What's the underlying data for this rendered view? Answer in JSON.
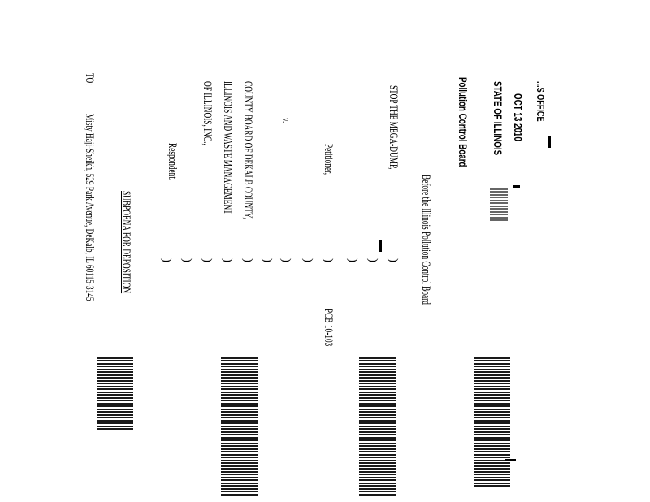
{
  "stamp": {
    "office": "...S OFFICE",
    "date": "OCT 13 2010",
    "state": "STATE OF ILLINOIS",
    "board": "Pollution Control Board"
  },
  "document": {
    "court": "Before the Illinois Pollution Control Board",
    "petitioner_name": "STOP THE MEGA-DUMP,",
    "petitioner_role": "Petitioner,",
    "case_number": "PCB 10-103",
    "versus": "v.",
    "respondent_lines": [
      "COUNTY BOARD OF DEKALB COUNTY,",
      "ILLINOIS AND WASTE MANAGEMENT",
      "OF ILLINOIS, INC.,"
    ],
    "respondent_role": "Respondent.",
    "title": "SUBPOENA FOR DEPOSITION",
    "to_label": "TO:",
    "to_value": "Misty Haji-Sheikh, 529 Park Avenue, DeKalb, IL 60115-3145"
  }
}
